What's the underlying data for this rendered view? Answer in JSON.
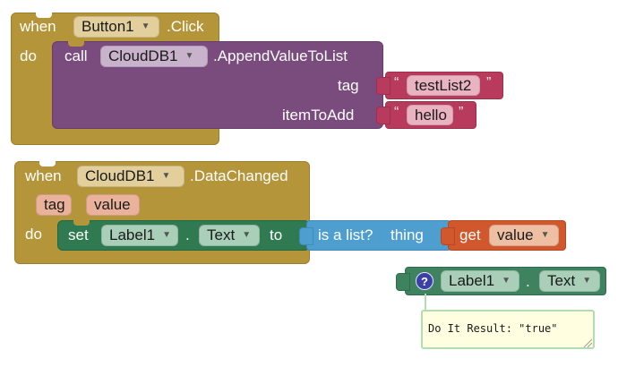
{
  "block1": {
    "when": "when",
    "button": "Button1",
    "event": ".Click",
    "do": "do",
    "call": "call",
    "component": "CloudDB1",
    "method": ".AppendValueToList",
    "tag_label": "tag",
    "tag_value": "testList2",
    "item_label": "itemToAdd",
    "item_value": "hello"
  },
  "block2": {
    "when": "when",
    "component": "CloudDB1",
    "event": ".DataChanged",
    "param_tag": "tag",
    "param_value": "value",
    "do": "do",
    "set": "set",
    "target": "Label1",
    "dot": ".",
    "property": "Text",
    "to": "to",
    "islist": "is a list?",
    "thing": "thing",
    "get": "get",
    "get_value": "value"
  },
  "block3": {
    "component": "Label1",
    "dot": ".",
    "property": "Text",
    "question": "?",
    "result": "Do It Result: \"true\""
  },
  "colors": {
    "event": "#b5953a",
    "procedure_call": "#7a4c7e",
    "text": "#b83a5c",
    "setter": "#2f7a50",
    "list": "#4f9ed0",
    "variable": "#d1572c"
  }
}
